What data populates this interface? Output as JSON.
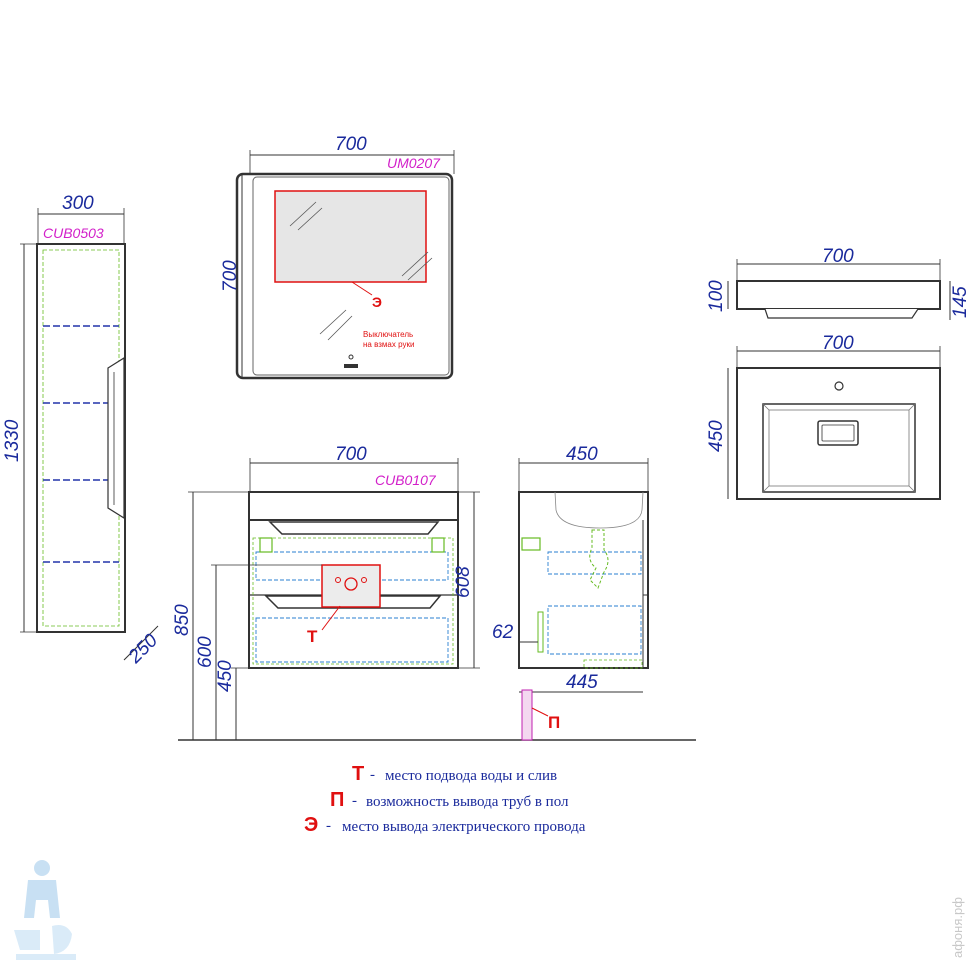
{
  "mirror": {
    "code": "UM0207",
    "width": "700",
    "height": "700",
    "switch_note_line1": "Выключатель",
    "switch_note_line2": "на взмах руки",
    "electric_letter": "Э"
  },
  "column": {
    "code": "CUB0503",
    "width": "300",
    "height": "1330",
    "depth": "250"
  },
  "cabinet": {
    "code": "CUB0107",
    "width": "700",
    "height_body": "608",
    "height_total": "850",
    "height_600": "600",
    "height_450": "450",
    "water_letter": "Т"
  },
  "side": {
    "width": "450",
    "depth_445": "445",
    "offset_62": "62",
    "floor_letter": "П"
  },
  "basin": {
    "width_top": "700",
    "height_100": "100",
    "height_145": "145",
    "width_plan": "700",
    "depth_plan": "450"
  },
  "legend": [
    {
      "letter": "Т",
      "sep": "-",
      "text": "место подвода воды и слив"
    },
    {
      "letter": "П",
      "sep": "-",
      "text": "возможность вывода труб в пол"
    },
    {
      "letter": "Э",
      "sep": "-",
      "text": "место вывода электрического провода"
    }
  ],
  "watermark": "афоня.рф",
  "colors": {
    "dimension": "#1a2a9c",
    "code": "#d21fc9",
    "marker": "#e01010",
    "body": "#333333",
    "hidden_green": "#66bb22",
    "hidden_blue": "#2a7fd0"
  }
}
